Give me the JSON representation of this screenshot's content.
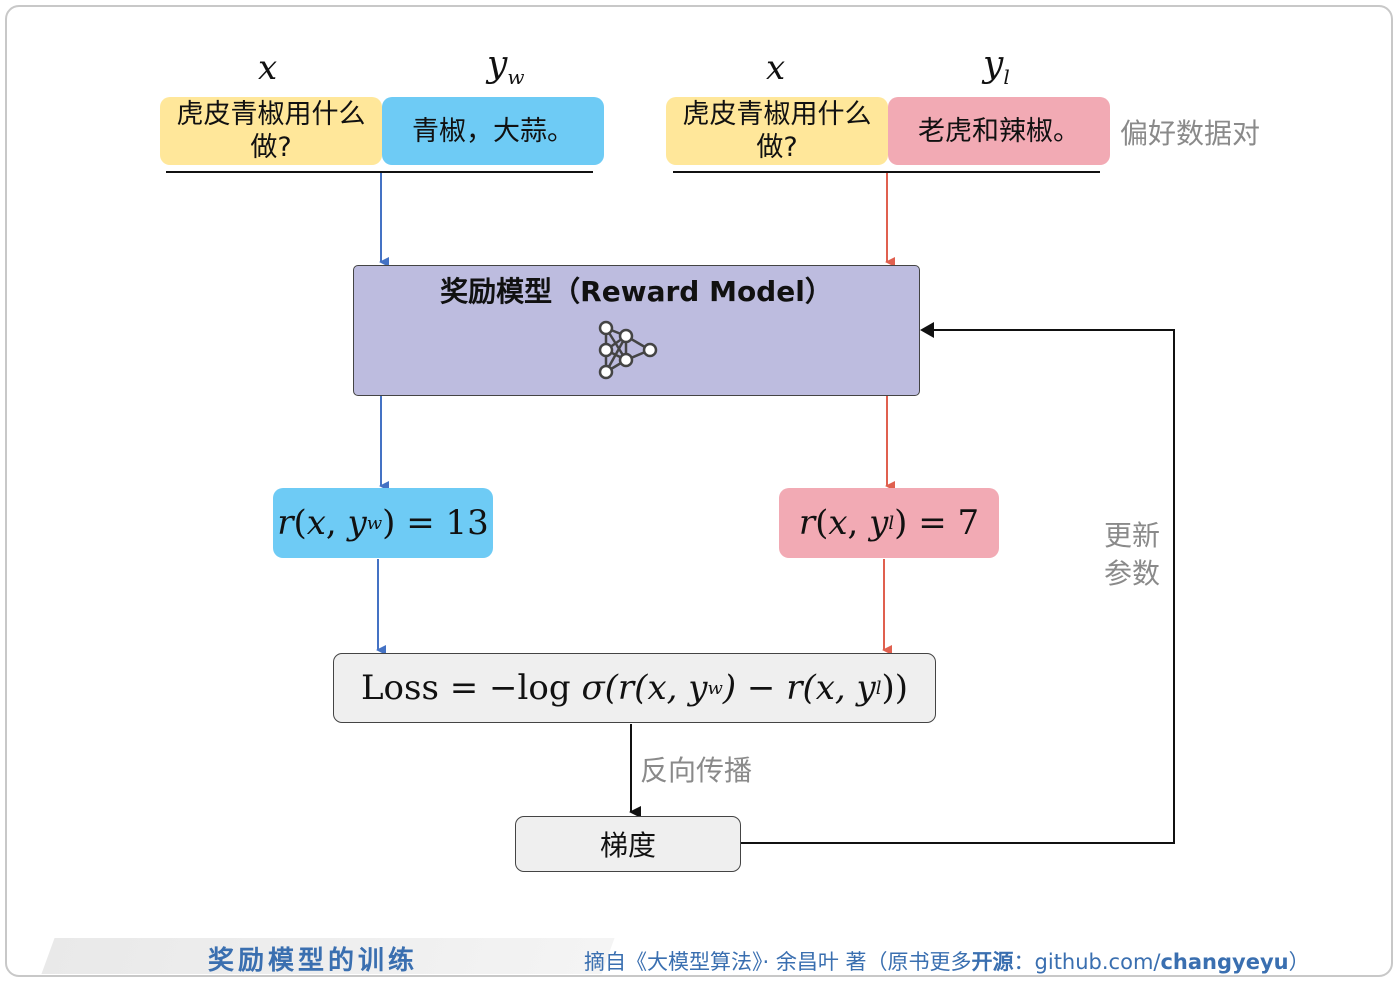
{
  "pairs": {
    "left": {
      "x_label": "x",
      "y_label": "y",
      "y_sub": "w",
      "prompt": "虎皮青椒用什么做?",
      "response": "青椒，大蒜。"
    },
    "right": {
      "x_label": "x",
      "y_label": "y",
      "y_sub": "l",
      "prompt": "虎皮青椒用什么做?",
      "response": "老虎和辣椒。"
    },
    "label": "偏好数据对"
  },
  "reward_model": {
    "title": "奖励模型（Reward Model）",
    "icon": "neural-network-icon"
  },
  "scores": {
    "chosen": {
      "fn": "r",
      "arg_x": "x",
      "arg_y": "y",
      "sub": "w",
      "value": "13"
    },
    "rejected": {
      "fn": "r",
      "arg_x": "x",
      "arg_y": "y",
      "sub": "l",
      "value": "7"
    }
  },
  "loss": {
    "prefix": "Loss",
    "formula_head": "= −log",
    "sigma": "σ",
    "body": "(r(x, y",
    "sub_w": "w",
    "mid": ") − r(x, y",
    "sub_l": "l",
    "tail": "))"
  },
  "backprop_label": "反向传播",
  "gradient_label": "梯度",
  "update_label_line1": "更新",
  "update_label_line2": "参数",
  "footer": {
    "title": "奖励模型的训练",
    "credit_prefix": "摘自《大模型算法》· 余昌叶 著（原书更多",
    "credit_open": "开源",
    "credit_colon": "：github.com/",
    "credit_user": "changyeyu",
    "credit_close": "）"
  },
  "colors": {
    "blue_arrow": "#4472c4",
    "red_arrow": "#e0604f",
    "yellow": "#ffe79a",
    "blue": "#6ecbf5",
    "pink": "#f2aab4",
    "purple": "#bdbcdf",
    "footer_text": "#3a6fb0"
  }
}
